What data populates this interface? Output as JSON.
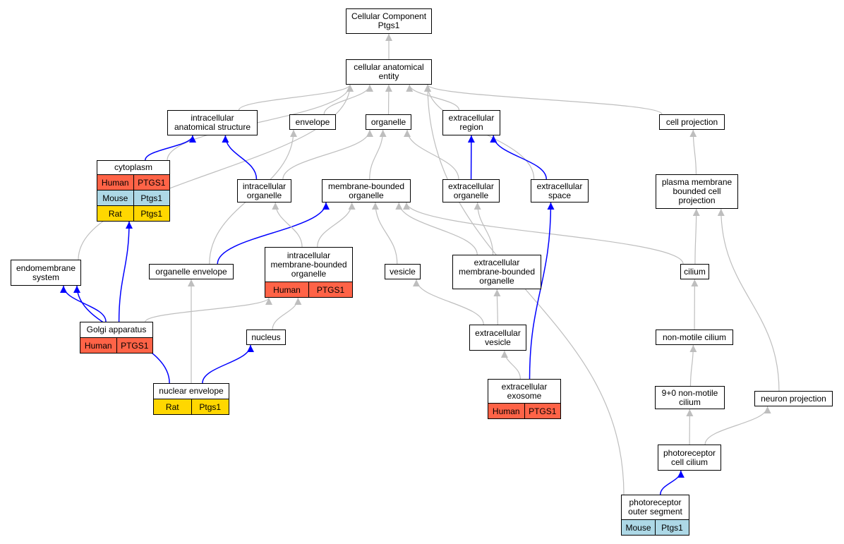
{
  "colors": {
    "Human": "#ff6347",
    "Mouse": "#add8e6",
    "Rat": "#ffd700",
    "edge_gray": "#bebebe",
    "edge_blue": "#0000ff"
  },
  "nodes": [
    {
      "id": "root",
      "label": "Cellular Component\nPtgs1"
    },
    {
      "id": "cae",
      "label": "cellular anatomical\nentity"
    },
    {
      "id": "ias",
      "label": "intracellular\nanatomical structure"
    },
    {
      "id": "envelope",
      "label": "envelope"
    },
    {
      "id": "organelle",
      "label": "organelle"
    },
    {
      "id": "ecregion",
      "label": "extracellular\nregion"
    },
    {
      "id": "cellproj",
      "label": "cell projection"
    },
    {
      "id": "cytoplasm",
      "label": "cytoplasm",
      "annotations": [
        {
          "species": "Human",
          "gene": "PTGS1"
        },
        {
          "species": "Mouse",
          "gene": "Ptgs1"
        },
        {
          "species": "Rat",
          "gene": "Ptgs1"
        }
      ]
    },
    {
      "id": "intorg",
      "label": "intracellular\norganelle"
    },
    {
      "id": "mbo",
      "label": "membrane-bounded\norganelle"
    },
    {
      "id": "ecorg",
      "label": "extracellular\norganelle"
    },
    {
      "id": "ecspace",
      "label": "extracellular\nspace"
    },
    {
      "id": "pmbcp",
      "label": "plasma membrane\nbounded cell\nprojection"
    },
    {
      "id": "endomem",
      "label": "endomembrane\nsystem"
    },
    {
      "id": "orgenv",
      "label": "organelle envelope"
    },
    {
      "id": "imbo",
      "label": "intracellular\nmembrane-bounded\norganelle",
      "annotations": [
        {
          "species": "Human",
          "gene": "PTGS1"
        }
      ]
    },
    {
      "id": "vesicle",
      "label": "vesicle"
    },
    {
      "id": "embo",
      "label": "extracellular\nmembrane-bounded\norganelle"
    },
    {
      "id": "cilium",
      "label": "cilium"
    },
    {
      "id": "golgi",
      "label": "Golgi apparatus",
      "annotations": [
        {
          "species": "Human",
          "gene": "PTGS1"
        }
      ]
    },
    {
      "id": "nucleus",
      "label": "nucleus"
    },
    {
      "id": "ecvesicle",
      "label": "extracellular\nvesicle"
    },
    {
      "id": "nmcilium",
      "label": "non-motile cilium"
    },
    {
      "id": "nucenv",
      "label": "nuclear envelope",
      "annotations": [
        {
          "species": "Rat",
          "gene": "Ptgs1"
        }
      ]
    },
    {
      "id": "exosome",
      "label": "extracellular\nexosome",
      "annotations": [
        {
          "species": "Human",
          "gene": "PTGS1"
        }
      ]
    },
    {
      "id": "nm90",
      "label": "9+0 non-motile\ncilium"
    },
    {
      "id": "neuronproj",
      "label": "neuron projection"
    },
    {
      "id": "prcilium",
      "label": "photoreceptor\ncell cilium"
    },
    {
      "id": "pos",
      "label": "photoreceptor\nouter segment",
      "annotations": [
        {
          "species": "Mouse",
          "gene": "Ptgs1"
        }
      ]
    }
  ],
  "edges": [
    {
      "from": "cae",
      "to": "root",
      "kind": "is_a"
    },
    {
      "from": "ias",
      "to": "cae",
      "kind": "is_a"
    },
    {
      "from": "envelope",
      "to": "cae",
      "kind": "is_a"
    },
    {
      "from": "organelle",
      "to": "cae",
      "kind": "is_a"
    },
    {
      "from": "ecregion",
      "to": "cae",
      "kind": "is_a"
    },
    {
      "from": "cellproj",
      "to": "cae",
      "kind": "is_a"
    },
    {
      "from": "cytoplasm",
      "to": "cae",
      "kind": "is_a"
    },
    {
      "from": "endomem",
      "to": "cae",
      "kind": "is_a"
    },
    {
      "from": "ecspace",
      "to": "cae",
      "kind": "is_a"
    },
    {
      "from": "pos",
      "to": "cae",
      "kind": "is_a"
    },
    {
      "from": "cytoplasm",
      "to": "ias",
      "kind": "part_of"
    },
    {
      "from": "intorg",
      "to": "ias",
      "kind": "part_of"
    },
    {
      "from": "intorg",
      "to": "organelle",
      "kind": "is_a"
    },
    {
      "from": "mbo",
      "to": "organelle",
      "kind": "is_a"
    },
    {
      "from": "ecorg",
      "to": "organelle",
      "kind": "is_a"
    },
    {
      "from": "ecorg",
      "to": "ecregion",
      "kind": "part_of"
    },
    {
      "from": "ecspace",
      "to": "ecregion",
      "kind": "part_of"
    },
    {
      "from": "orgenv",
      "to": "envelope",
      "kind": "is_a"
    },
    {
      "from": "orgenv",
      "to": "mbo",
      "kind": "part_of"
    },
    {
      "from": "imbo",
      "to": "intorg",
      "kind": "is_a"
    },
    {
      "from": "imbo",
      "to": "mbo",
      "kind": "is_a"
    },
    {
      "from": "vesicle",
      "to": "mbo",
      "kind": "is_a"
    },
    {
      "from": "embo",
      "to": "mbo",
      "kind": "is_a"
    },
    {
      "from": "cilium",
      "to": "mbo",
      "kind": "is_a"
    },
    {
      "from": "embo",
      "to": "ecorg",
      "kind": "is_a"
    },
    {
      "from": "pmbcp",
      "to": "cellproj",
      "kind": "is_a"
    },
    {
      "from": "cilium",
      "to": "pmbcp",
      "kind": "is_a"
    },
    {
      "from": "neuronproj",
      "to": "pmbcp",
      "kind": "is_a"
    },
    {
      "from": "golgi",
      "to": "cytoplasm",
      "kind": "part_of"
    },
    {
      "from": "golgi",
      "to": "endomem",
      "kind": "part_of"
    },
    {
      "from": "golgi",
      "to": "imbo",
      "kind": "is_a"
    },
    {
      "from": "nucenv",
      "to": "endomem",
      "kind": "part_of"
    },
    {
      "from": "nucenv",
      "to": "orgenv",
      "kind": "is_a"
    },
    {
      "from": "nucenv",
      "to": "nucleus",
      "kind": "part_of"
    },
    {
      "from": "nucleus",
      "to": "imbo",
      "kind": "is_a"
    },
    {
      "from": "ecvesicle",
      "to": "vesicle",
      "kind": "is_a"
    },
    {
      "from": "ecvesicle",
      "to": "embo",
      "kind": "is_a"
    },
    {
      "from": "exosome",
      "to": "ecvesicle",
      "kind": "is_a"
    },
    {
      "from": "exosome",
      "to": "ecspace",
      "kind": "part_of"
    },
    {
      "from": "nmcilium",
      "to": "cilium",
      "kind": "is_a"
    },
    {
      "from": "nm90",
      "to": "nmcilium",
      "kind": "is_a"
    },
    {
      "from": "prcilium",
      "to": "nm90",
      "kind": "is_a"
    },
    {
      "from": "prcilium",
      "to": "neuronproj",
      "kind": "is_a"
    },
    {
      "from": "pos",
      "to": "prcilium",
      "kind": "part_of"
    }
  ]
}
